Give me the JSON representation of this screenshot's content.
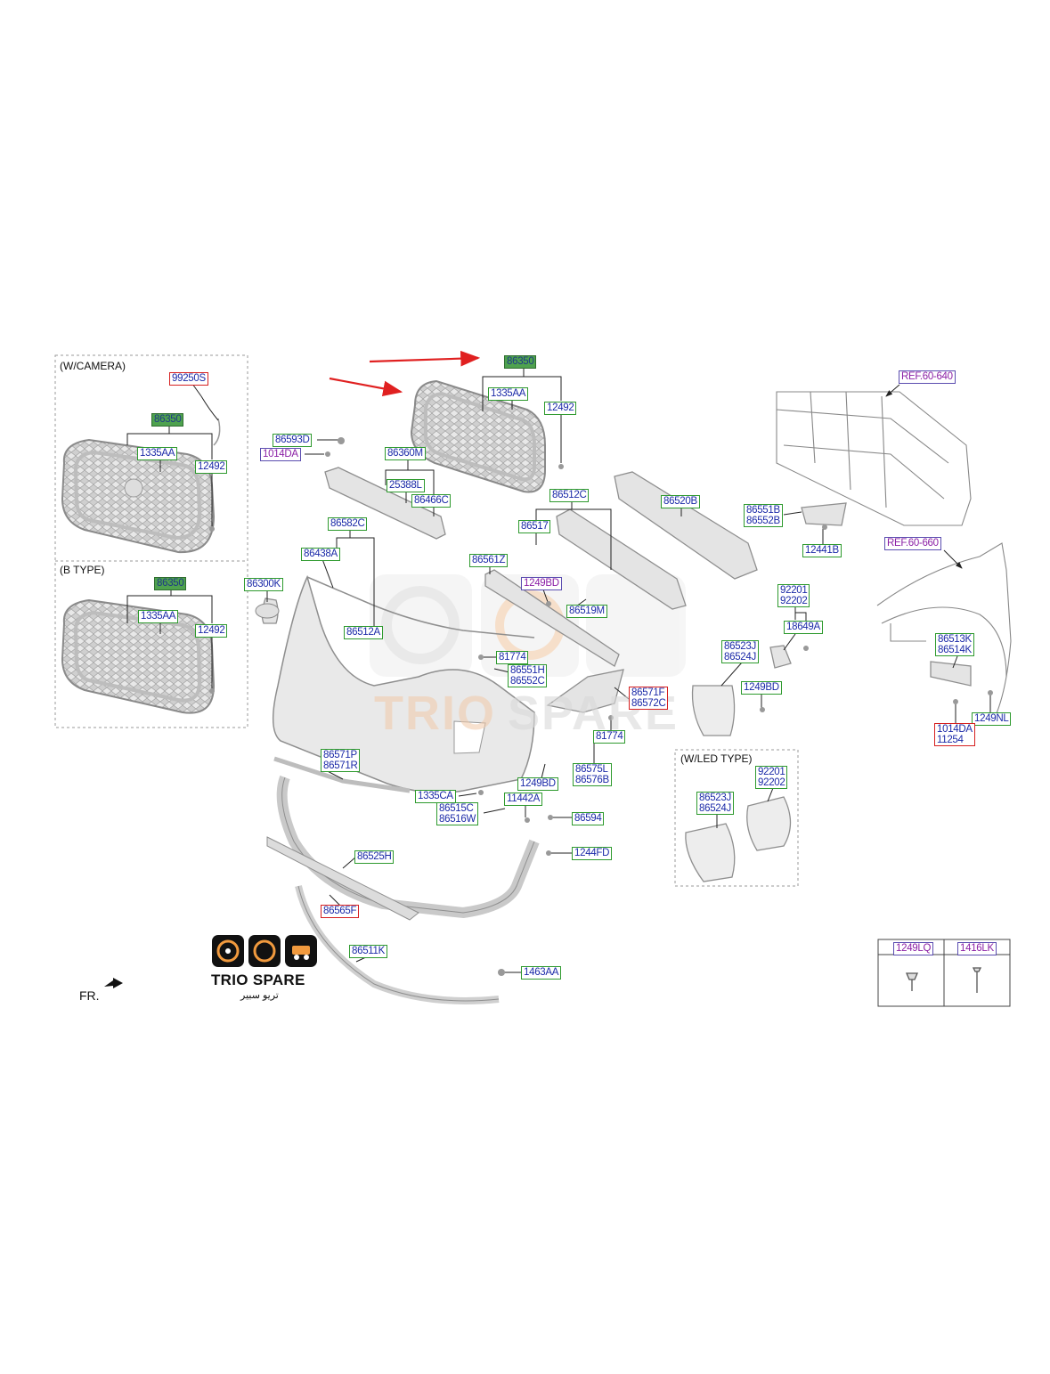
{
  "sections": {
    "camera": "(W/CAMERA)",
    "btype": "(B TYPE)",
    "led": "(W/LED TYPE)"
  },
  "labels": {
    "p99250S": "99250S",
    "p86350_cam": "86350",
    "p1335AA_cam": "1335AA",
    "p12492_cam": "12492",
    "p86350_b": "86350",
    "p1335AA_b": "1335AA",
    "p12492_b": "12492",
    "p86350_main": "86350",
    "p1335AA_main": "1335AA",
    "p12492_main": "12492",
    "p86593D": "86593D",
    "p1014DA_top": "1014DA",
    "p86360M": "86360M",
    "p25388L": "25388L",
    "p86466C": "86466C",
    "p86512C": "86512C",
    "p86520B": "86520B",
    "p86517": "86517",
    "p86582C": "86582C",
    "p86561Z": "86561Z",
    "p86438A": "86438A",
    "p86300K": "86300K",
    "p1249BD_a": "1249BD",
    "p86519M": "86519M",
    "p86512A": "86512A",
    "p81774_a": "81774",
    "p81774_b": "81774",
    "p1249BD_b": "1249BD",
    "p1335CA": "1335CA",
    "p11442A": "11442A",
    "p86594": "86594",
    "p1244FD": "1244FD",
    "p86525H": "86525H",
    "p86565F": "86565F",
    "p86511K": "86511K",
    "p1463AA": "1463AA",
    "p18649A": "18649A",
    "p1249BD_c": "1249BD",
    "p12441B": "12441B",
    "ref640": "REF.60-640",
    "ref660": "REF.60-660",
    "p1249NL": "1249NL"
  },
  "pairs": {
    "p86551H": [
      "86551H",
      "86552C"
    ],
    "p86571P": [
      "86571P",
      "86571R"
    ],
    "p86515C": [
      "86515C",
      "86516W"
    ],
    "p86575L": [
      "86575L",
      "86576B"
    ],
    "p86571F": [
      "86571F",
      "86572C"
    ],
    "p86523J": [
      "86523J",
      "86524J"
    ],
    "p86523J_led": [
      "86523J",
      "86524J"
    ],
    "p92201": [
      "92201",
      "92202"
    ],
    "p92201_led": [
      "92201",
      "92202"
    ],
    "p86551B": [
      "86551B",
      "86552B"
    ],
    "p86513K": [
      "86513K",
      "86514K"
    ],
    "p1014DA_r": [
      "1014DA",
      "11254"
    ]
  },
  "legend_table": {
    "headers": [
      "1249LQ",
      "1416LK"
    ]
  },
  "fr_label": "FR.",
  "brand": {
    "name": "TRIO SPARE",
    "arabic": "تريو سبير"
  },
  "watermark": {
    "left": "TRIO",
    "right": "SPARE"
  },
  "colors": {
    "leader": "#222222",
    "part_fill": "#e6e6e6",
    "part_stroke": "#9a9a9a",
    "red_arrow": "#e02020",
    "green_border": "#2e9a2e",
    "red_border": "#d62020",
    "text_blue": "#1b2aa8"
  }
}
